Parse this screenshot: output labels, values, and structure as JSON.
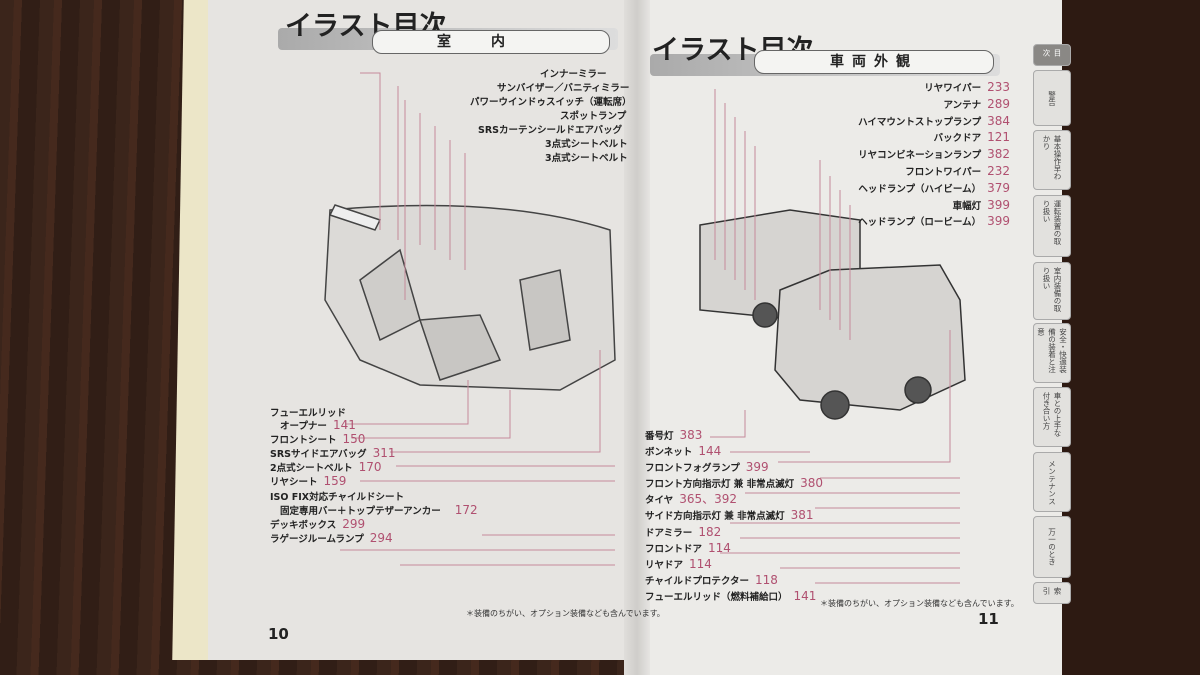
{
  "left_page": {
    "title": "イラスト目次",
    "subtitle": "室内",
    "page_number": "10",
    "footnote": "＊装備のちがい、オプション装備なども含んでいます。",
    "top_labels": [
      "インナーミラー",
      "サンバイザー／バニティミラー",
      "パワーウインドゥスイッチ（運転席）",
      "スポットランプ",
      "SRSカーテンシールドエアバッグ",
      "3点式シートベルト",
      "3点式シートベルト"
    ],
    "bottom_labels": [
      {
        "label": "フューエルリッド",
        "page": ""
      },
      {
        "label": "オープナー",
        "page": "141"
      },
      {
        "label": "フロントシート",
        "page": "150"
      },
      {
        "label": "SRSサイドエアバッグ",
        "page": "311"
      },
      {
        "label": "2点式シートベルト",
        "page": "170"
      },
      {
        "label": "リヤシート",
        "page": "159"
      },
      {
        "label": "ISO FIX対応チャイルドシート",
        "page": ""
      },
      {
        "label": "固定専用バー＋トップテザーアンカー",
        "page": "172"
      },
      {
        "label": "デッキボックス",
        "page": "299"
      },
      {
        "label": "ラゲージルームランプ",
        "page": "294"
      }
    ]
  },
  "right_page": {
    "title": "イラスト目次",
    "subtitle": "車両外観",
    "page_number": "11",
    "footnote": "＊装備のちがい、オプション装備なども含んでいます。",
    "top_labels": [
      {
        "label": "リヤワイパー",
        "page": "233"
      },
      {
        "label": "アンテナ",
        "page": "289"
      },
      {
        "label": "ハイマウントストップランプ",
        "page": "384"
      },
      {
        "label": "バックドア",
        "page": "121"
      },
      {
        "label": "リヤコンビネーションランプ",
        "page": "382"
      },
      {
        "label": "フロントワイパー",
        "page": "232"
      },
      {
        "label": "ヘッドランプ（ハイビーム）",
        "page": "379"
      },
      {
        "label": "車幅灯",
        "page": "399"
      },
      {
        "label": "ヘッドランプ（ロービーム）",
        "page": "399"
      }
    ],
    "bottom_labels": [
      {
        "label": "番号灯",
        "page": "383"
      },
      {
        "label": "ボンネット",
        "page": "144"
      },
      {
        "label": "フロントフォグランプ",
        "page": "399"
      },
      {
        "label": "フロント方向指示灯 兼 非常点滅灯",
        "page": "380"
      },
      {
        "label": "タイヤ",
        "page": "365、392"
      },
      {
        "label": "サイド方向指示灯 兼 非常点滅灯",
        "page": "381"
      },
      {
        "label": "ドアミラー",
        "page": "182"
      },
      {
        "label": "フロントドア",
        "page": "114"
      },
      {
        "label": "リヤドア",
        "page": "114"
      },
      {
        "label": "チャイルドプロテクター",
        "page": "118"
      },
      {
        "label": "フューエルリッド（燃料補給口）",
        "page": "141"
      }
    ]
  },
  "tabs": [
    "目次",
    "警告",
    "基本操作早わかり",
    "運転装置の取り扱い",
    "室内装備の取り扱い",
    "安全・快適装備の装着と注意",
    "車との上手な付き合い方",
    "メンテナンス",
    "万一のとき",
    "索引"
  ],
  "colors": {
    "page_number_text": "#b05070",
    "leader_line": "#c58a9a"
  }
}
